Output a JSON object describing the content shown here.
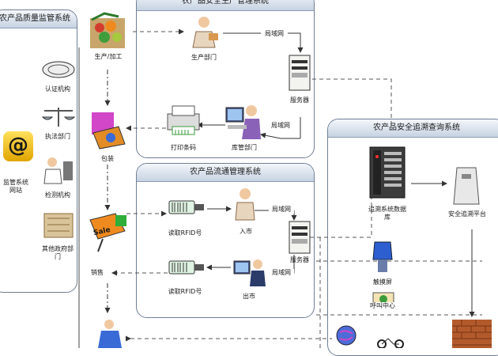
{
  "panels": {
    "quality": "农产品质量监管系统",
    "production": "农产品安全生产管理系统",
    "circulation": "农产品流通管理系统",
    "trace": "农产品安全追溯查询系统"
  },
  "nodes": {
    "produce_process": "生产/加工",
    "production_dept": "生产部门",
    "lan_1": "局域网",
    "server_1": "服务器",
    "print_barcode": "打印条码",
    "warehouse_dept": "库管部门",
    "lan_2": "局域网",
    "cert_org": "认证机构",
    "law_dept": "执法部门",
    "test_org": "检测机构",
    "other_gov": "其他政府部门",
    "gov_site": "监管系统网站",
    "packaging": "包装",
    "read_rfid_1": "读取RFID号",
    "enter_market": "入市",
    "lan_3": "局域网",
    "server_2": "服务器",
    "read_rfid_2": "读取RFID号",
    "exit_market": "出市",
    "lan_4": "局域网",
    "sales": "销售",
    "sale_tag": "Sale",
    "trace_db": "追溯系统数据库",
    "safety_platform": "安全追溯平台",
    "touch_screen": "触摸屏",
    "call_center": "呼叫中心",
    "at_symbol": "@"
  },
  "colors": {
    "panel_border": "#6f7f94",
    "arrow": "#333333",
    "dash": "#555555"
  }
}
